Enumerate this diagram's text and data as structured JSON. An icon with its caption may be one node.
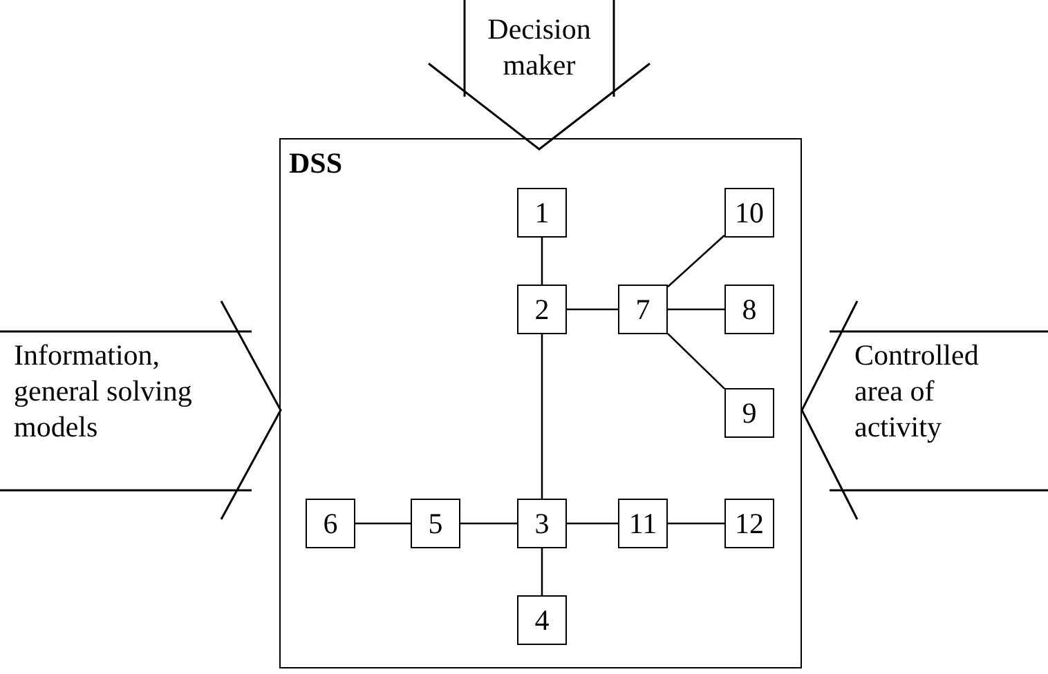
{
  "diagram": {
    "nodes": [
      {
        "text": [
          "Decision maker"
        ]
      },
      {
        "text": [
          "Information, general solving models"
        ]
      },
      {
        "text": [
          "Controlled area of activity"
        ]
      },
      {
        "text": [
          "DSS"
        ]
      },
      {
        "text": [
          "1"
        ],
        "in": 3
      },
      {
        "text": [
          "10"
        ],
        "in": 3
      },
      {
        "text": [
          "2"
        ],
        "in": 3
      },
      {
        "text": [
          "7"
        ],
        "in": 3
      },
      {
        "text": [
          "8"
        ],
        "in": 3
      },
      {
        "text": [
          "9"
        ],
        "in": 3
      },
      {
        "text": [
          "6"
        ],
        "in": 3
      },
      {
        "text": [
          "5"
        ],
        "in": 3
      },
      {
        "text": [
          "3"
        ],
        "in": 3
      },
      {
        "text": [
          "11"
        ],
        "in": 3
      },
      {
        "text": [
          "12"
        ],
        "in": 3
      },
      {
        "text": [
          "4"
        ],
        "in": 3
      }
    ],
    "edges": [
      {
        "from": 4,
        "to": 6,
        "arrow": "none"
      },
      {
        "from": 6,
        "to": 7,
        "arrow": "none"
      },
      {
        "from": 7,
        "to": 5,
        "arrow": "none"
      },
      {
        "from": 7,
        "to": 8,
        "arrow": "none"
      },
      {
        "from": 7,
        "to": 9,
        "arrow": "none"
      },
      {
        "from": 6,
        "to": 12,
        "arrow": "none"
      },
      {
        "from": 10,
        "to": 11,
        "arrow": "none"
      },
      {
        "from": 11,
        "to": 12,
        "arrow": "none"
      },
      {
        "from": 12,
        "to": 13,
        "arrow": "none"
      },
      {
        "from": 13,
        "to": 14,
        "arrow": "none"
      },
      {
        "from": 12,
        "to": 15,
        "arrow": "none"
      }
    ]
  }
}
